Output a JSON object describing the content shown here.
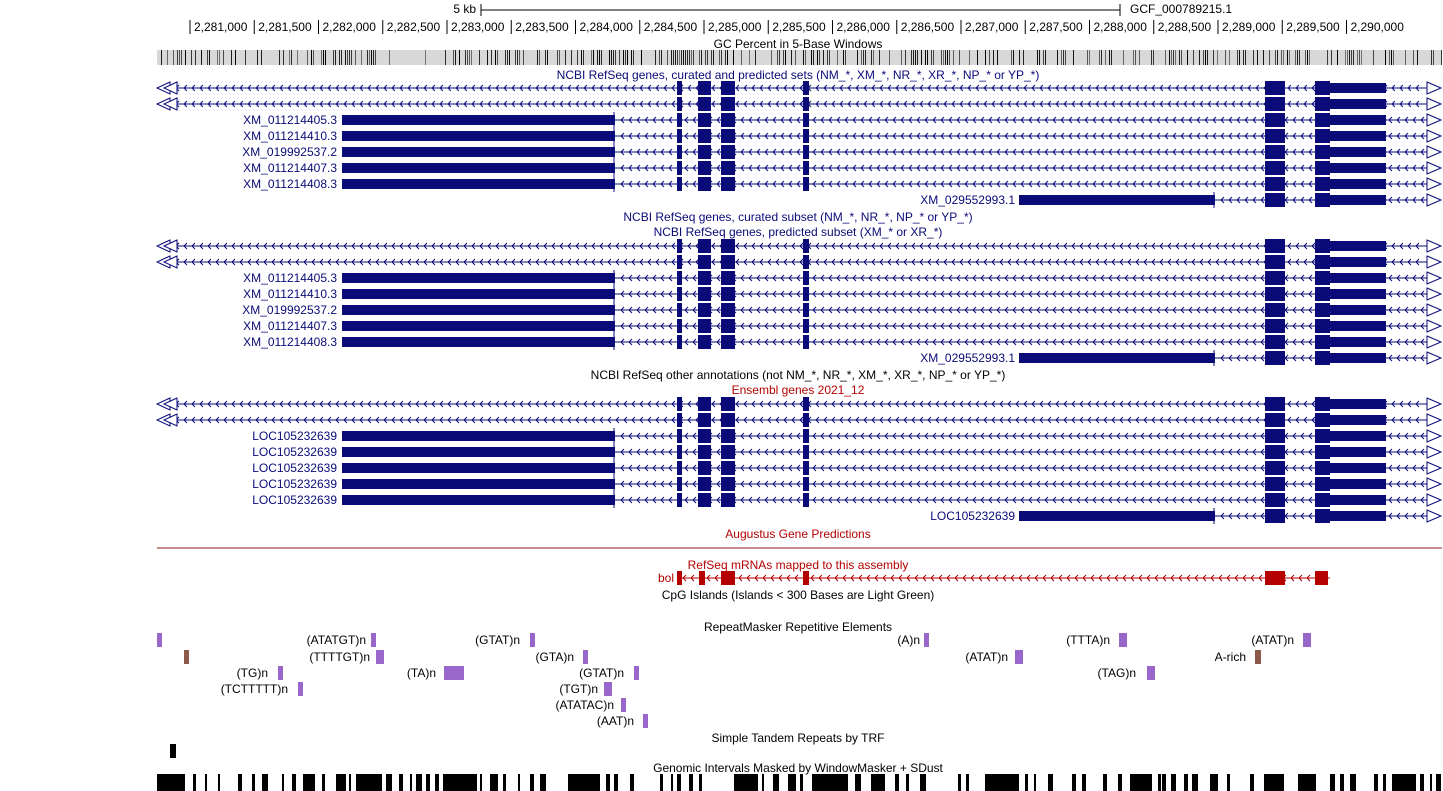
{
  "colors": {
    "refseq": "#0a0a78",
    "augustus": "#8c1a1a",
    "mrna": "#b40000",
    "repeat_simple": "#9966cc",
    "repeat_lowcomplex": "#8b5a4a",
    "mask": "#000000"
  },
  "ruler": {
    "scale_label": "5 kb",
    "assembly_label": "GCF_000789215.1",
    "ticks": [
      "2,281,000",
      "2,281,500",
      "2,282,000",
      "2,282,500",
      "2,283,000",
      "2,283,500",
      "2,284,000",
      "2,284,500",
      "2,285,000",
      "2,285,500",
      "2,286,000",
      "2,286,500",
      "2,287,000",
      "2,287,500",
      "2,288,000",
      "2,288,500",
      "2,289,000",
      "2,289,500",
      "2,290,000"
    ]
  },
  "tracks": {
    "gc_title": "GC Percent in 5-Base Windows",
    "refseq_all_title": "NCBI RefSeq genes, curated and predicted sets (NM_*, XM_*, NR_*, XR_*, NP_* or YP_*)",
    "refseq_curated_title": "NCBI RefSeq genes, curated subset (NM_*, NR_*, NP_* or YP_*)",
    "refseq_predicted_title": "NCBI RefSeq genes, predicted subset (XM_* or XR_*)",
    "refseq_other_title": "NCBI RefSeq other annotations (not NM_*, NR_*, XM_*, XR_*, NP_* or YP_*)",
    "ensembl_title": "Ensembl genes 2021_12",
    "augustus_title": "Augustus Gene Predictions",
    "mrna_title": "RefSeq mRNAs mapped to this assembly",
    "cpg_title": "CpG Islands (Islands < 300 Bases are Light Green)",
    "rmsk_title": "RepeatMasker Repetitive Elements",
    "trf_title": "Simple Tandem Repeats by TRF",
    "wm_title": "Genomic Intervals Masked by WindowMasker + SDust"
  },
  "refseq_all_labels": [
    "XM_011214405.3",
    "XM_011214410.3",
    "XM_019992537.2",
    "XM_011214407.3",
    "XM_011214408.3",
    "XM_029552993.1"
  ],
  "refseq_pred_labels": [
    "XM_011214405.3",
    "XM_011214410.3",
    "XM_019992537.2",
    "XM_011214407.3",
    "XM_011214408.3",
    "XM_029552993.1"
  ],
  "ensembl_labels": [
    "LOC105232639",
    "LOC105232639",
    "LOC105232639",
    "LOC105232639",
    "LOC105232639",
    "LOC105232639"
  ],
  "mrna_label": "bol",
  "repeats": [
    "(ATATGT)n",
    "(GTAT)n",
    "(A)n",
    "(TTTA)n",
    "(ATAT)n",
    "(TTTTGT)n",
    "(GTA)n",
    "(ATAT)n",
    "A-rich",
    "(TG)n",
    "(TA)n",
    "(GTAT)n",
    "(TAG)n",
    "(TCTTTTT)n",
    "(TGT)n",
    "(ATATAC)n",
    "(AAT)n"
  ]
}
